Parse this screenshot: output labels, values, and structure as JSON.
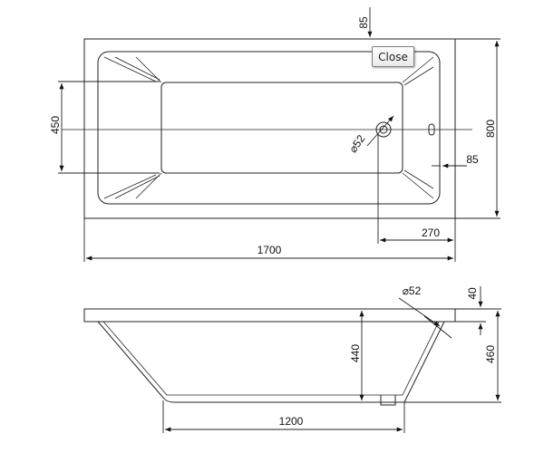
{
  "tooltip": {
    "label": "Close"
  },
  "top_view": {
    "dims": {
      "overall_length": "1700",
      "overall_width": "800",
      "inner_width": "450",
      "drain_offset": "270",
      "rim_top": "85",
      "rim_side": "85",
      "drain_diameter": "⌀52"
    }
  },
  "side_view": {
    "dims": {
      "overflow_diameter": "⌀52",
      "rim_thickness": "40",
      "depth": "440",
      "total_height": "460",
      "bottom_length": "1200"
    }
  }
}
